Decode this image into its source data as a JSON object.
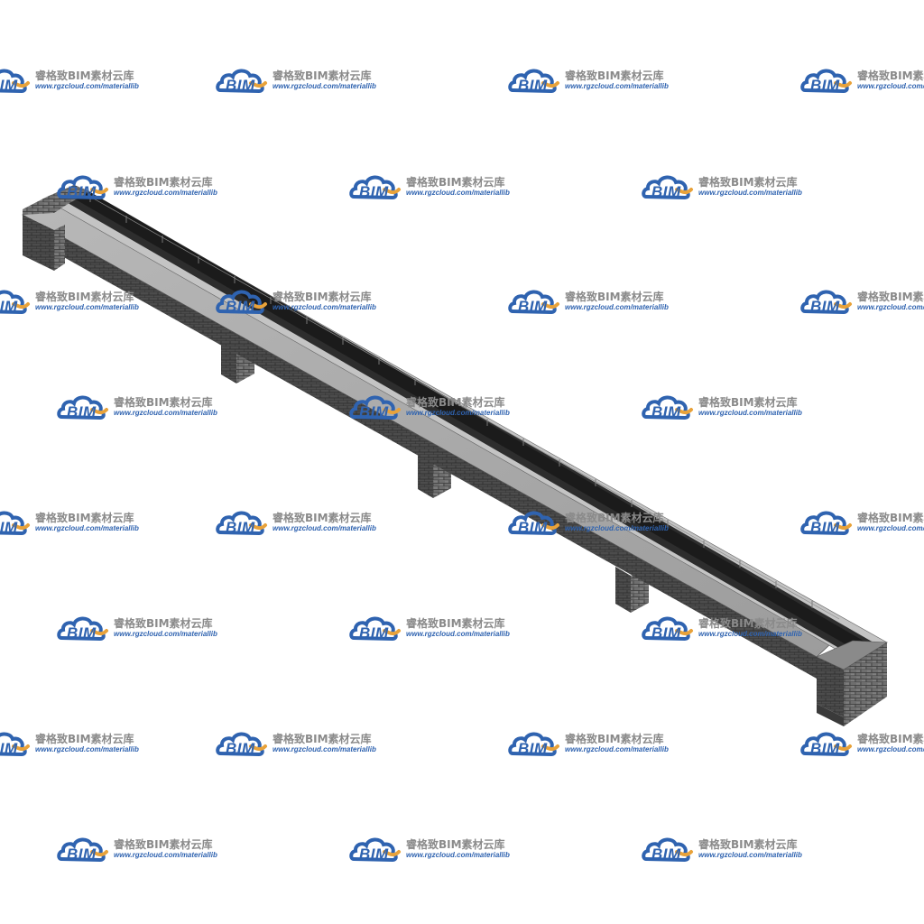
{
  "watermark": {
    "logo_text": "BIM",
    "brand_name": "睿格致BIM素材云库",
    "url": "www.rgzcloud.com/materiallib",
    "logo_color": "#2f63b0",
    "accent_color": "#e8a23a",
    "text_color": "#8a8a8a"
  },
  "model": {
    "icon": "bridge-channel-model",
    "deck_color": "#a9a9a9",
    "masonry_color": "#6d6d6d",
    "side_color": "#4a4a4a"
  }
}
